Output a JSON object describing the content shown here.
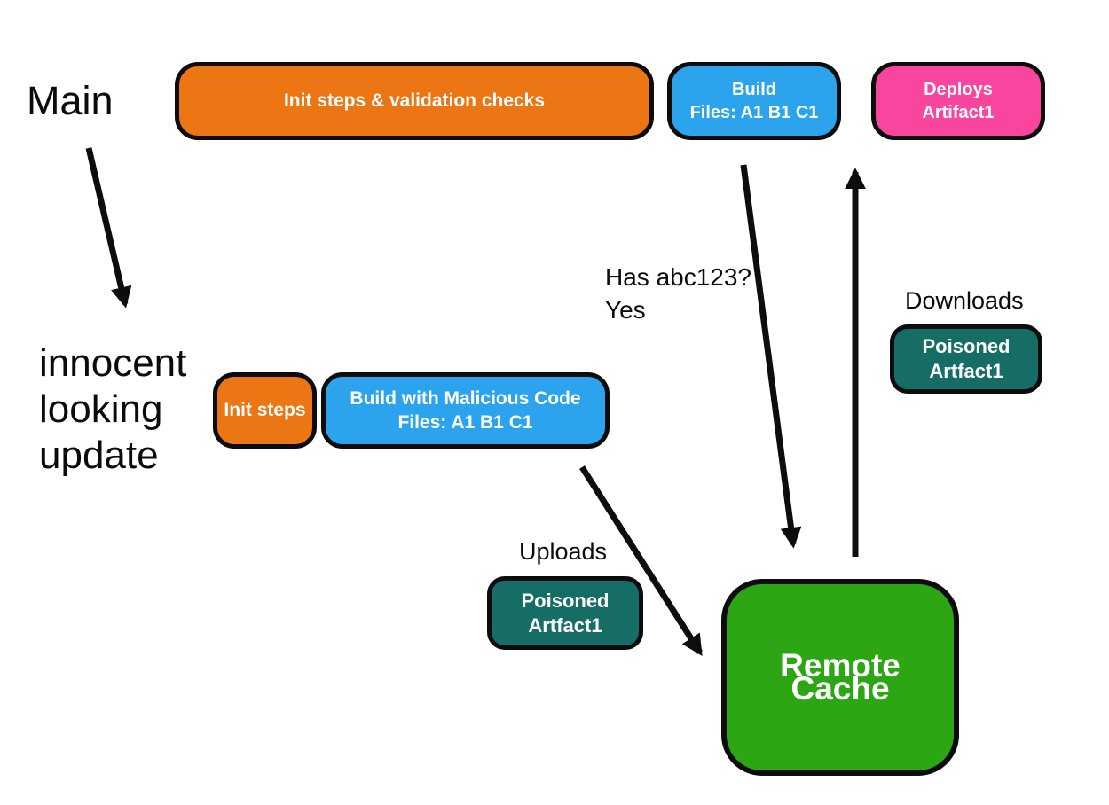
{
  "labels": {
    "main": "Main",
    "innocent_lines": [
      "innocent",
      "looking",
      "update"
    ],
    "has_hash_line1": "Has abc123?",
    "has_hash_line2": "Yes",
    "downloads": "Downloads",
    "uploads": "Uploads"
  },
  "nodes": {
    "init_validation": {
      "lines": [
        "Init steps & validation checks"
      ],
      "color": "#EC7514"
    },
    "build": {
      "lines": [
        "Build",
        "Files: A1 B1 C1"
      ],
      "color": "#2BA3ED"
    },
    "deploys": {
      "lines": [
        "Deploys",
        "Artifact1"
      ],
      "color": "#F9459E"
    },
    "init_steps": {
      "lines": [
        "Init steps"
      ],
      "color": "#EC7514"
    },
    "build_malicious": {
      "lines": [
        "Build with Malicious Code",
        "Files: A1 B1 C1"
      ],
      "color": "#2BA3ED"
    },
    "poisoned_download": {
      "lines": [
        "Poisoned",
        "Artfact1"
      ],
      "color": "#156D66"
    },
    "poisoned_upload": {
      "lines": [
        "Poisoned",
        "Artfact1"
      ],
      "color": "#156D66"
    },
    "remote_cache": {
      "lines": [
        "Remote Cache"
      ],
      "color": "#2DA614"
    }
  },
  "colors": {
    "outline": "#0c0c0c",
    "arrow": "#0d0d0d",
    "text_dark": "#0b0b0b",
    "text_light": "#ffffff",
    "background": "#ffffff"
  }
}
